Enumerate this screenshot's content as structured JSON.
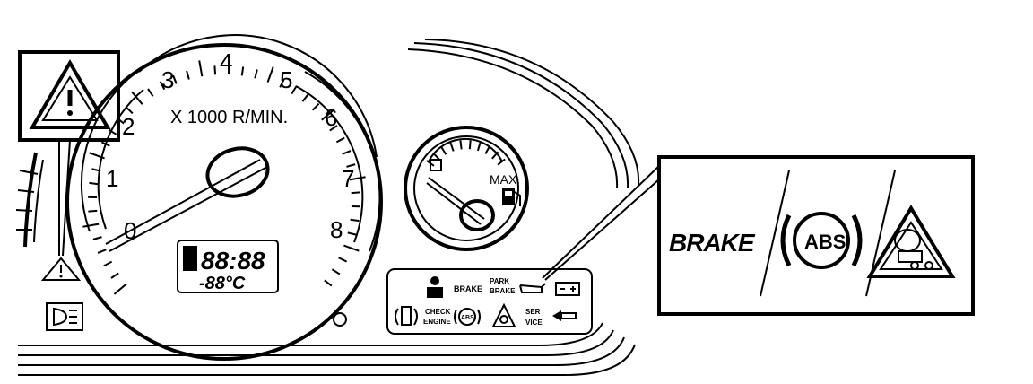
{
  "tachometer": {
    "numerals": [
      "0",
      "1",
      "2",
      "3",
      "4",
      "5",
      "6",
      "7",
      "8"
    ],
    "unit_label": "X 1000 R/MIN.",
    "odometer_display": "88:88",
    "temp_display": "-88°C"
  },
  "fuel_gauge": {
    "max_label": "MAX"
  },
  "warning_panel": {
    "brake_small": "BRAKE",
    "park_brake_line1": "PARK",
    "park_brake_line2": "BRAKE",
    "check_engine_line1": "CHECK",
    "check_engine_line2": "ENGINE",
    "service_line1": "SER",
    "service_line2": "VICE",
    "abs_small": "ABS"
  },
  "callout_right": {
    "brake_label": "BRAKE",
    "abs_label": "ABS"
  },
  "colors": {
    "ink": "#000000",
    "paper": "#ffffff"
  }
}
